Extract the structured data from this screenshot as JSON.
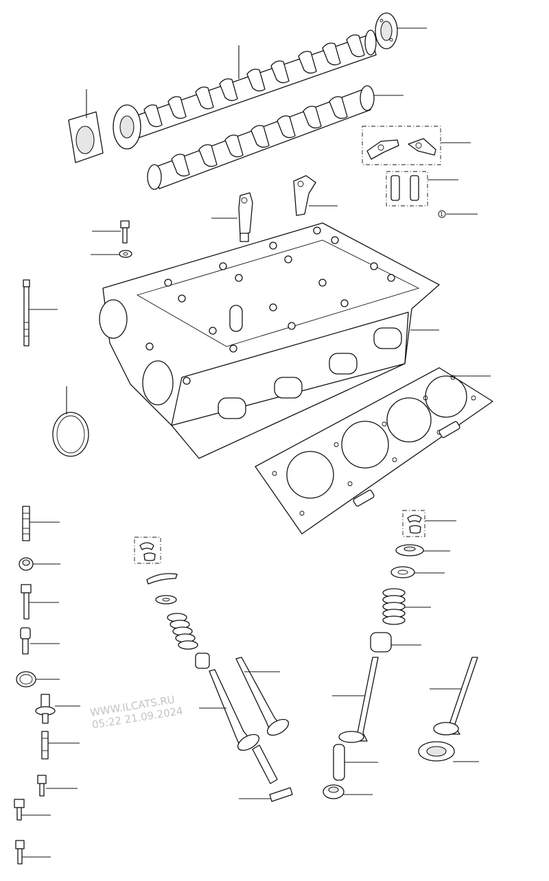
{
  "diagram": {
    "callout_symbol": "①",
    "watermark": {
      "line1": "WWW.ILCATS.RU",
      "line2": "05:22 21.09.2024"
    },
    "parts": [
      "camshaft-seal",
      "intake-camshaft",
      "exhaust-camshaft",
      "camshaft-end-ring",
      "rocker-arm-pair",
      "hydraulic-lifters",
      "lifting-eye-rear",
      "lifting-eye-front",
      "flange-bolt",
      "washer",
      "cylinder-head-bolt",
      "cylinder-head",
      "sealing-ring",
      "cylinder-head-gasket",
      "stud",
      "plug",
      "hex-bolt",
      "socket-bolt",
      "o-ring",
      "banjo-bolt",
      "threaded-pin",
      "valve-keepers",
      "valve-spring-retainer",
      "valve-spring-seat",
      "valve-spring",
      "valve-stem-seal",
      "intake-valve",
      "exhaust-valve",
      "valve-guide",
      "valve-seat-insert"
    ]
  }
}
